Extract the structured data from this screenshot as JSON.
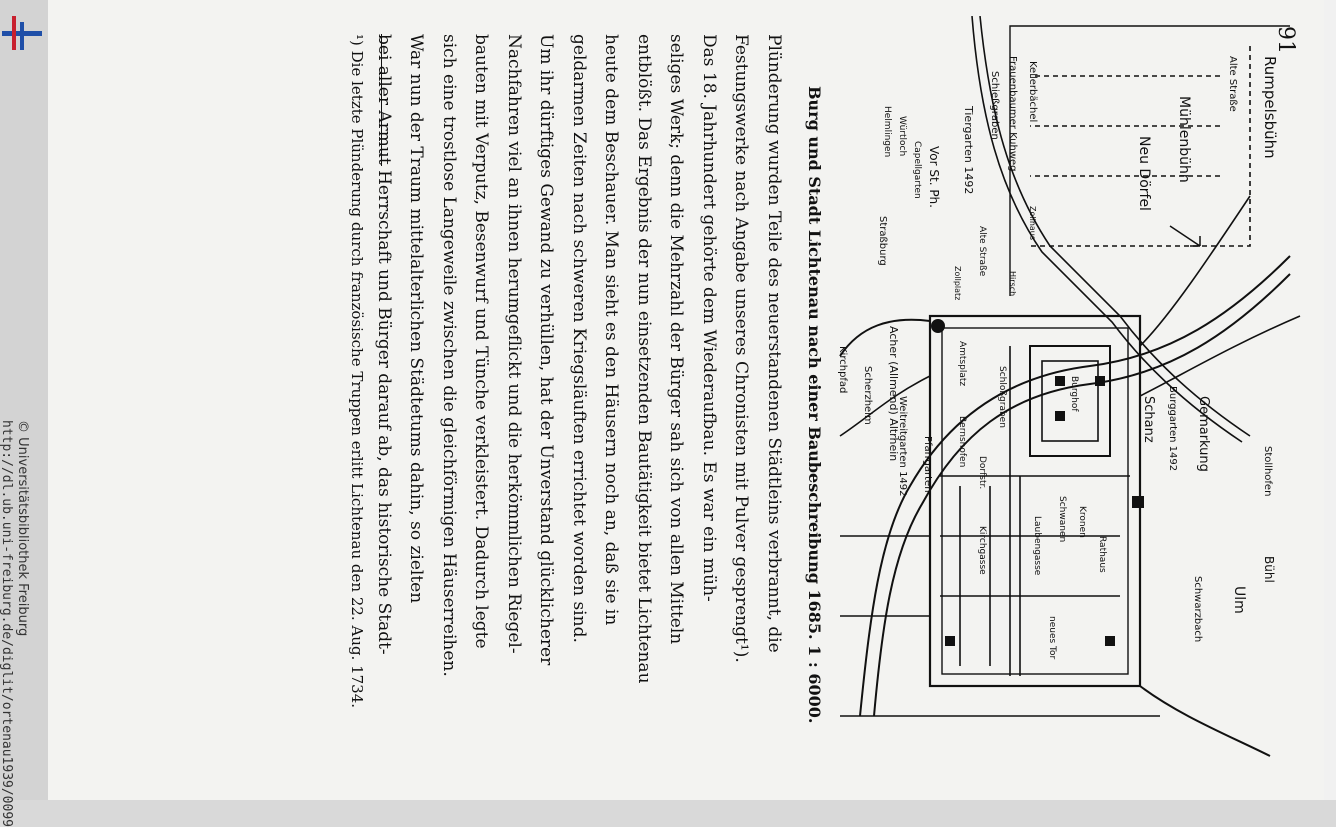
{
  "sidebar": {
    "url": "http://dl.ub.uni-freiburg.de/diglit/ortenau1939/0099",
    "copyright": "© Universitätsbibliothek Freiburg"
  },
  "page": {
    "number": "91",
    "caption": "Burg und Stadt Lichtenau nach einer Baubeschreibung 1685. 1 : 6000.",
    "body_lines": [
      "Plünderung wurden Teile des neuerstandenen Städtleins verbrannt, die",
      "Festungswerke nach Angabe unseres Chronisten mit Pulver gesprengt¹).",
      "Das 18. Jahrhundert gehörte dem Wiederaufbau. Es war ein müh-",
      "seliges Werk; denn die Mehrzahl der Bürger sah sich von allen Mitteln",
      "entblößt. Das Ergebnis der nun einsetzenden Bautätigkeit bietet Lichtenau",
      "heute dem Beschauer. Man sieht es den Häusern noch an, daß sie in",
      "geldarmen Zeiten nach schweren Kriegsläuften errichtet worden sind.",
      "Um ihr dürftiges Gewand zu verhüllen, hat der Unverstand glücklicherer",
      "Nachfahren viel an ihnen herumgeflickt und die herkömmlichen Riegel-",
      "bauten mit Verputz, Besenwurf und Tünche verkleistert. Dadurch legte",
      "sich eine trostlose Langeweile zwischen die gleichförmigen Häuserreihen.",
      "War nun der Traum mittelalterlichen Städtetums dahin, so zielten",
      "bei aller Armut Herrschaft und Bürger darauf ab, das historische Stadt-"
    ],
    "footnote": "¹) Die letzte Plünderung durch französische Truppen erlitt Lichtenau den 22. Aug. 1734."
  },
  "map_labels": {
    "rumpelsbuehn": "Rumpelsbühn",
    "alte_strasse_top": "Alte Straße",
    "muehlenbuehn": "Mühlenbühn",
    "neudoerfel": "Neu Dörfel",
    "frauenbaumer_kuhweg": "Frauenbaumer Kuhweg",
    "schiessgraben": "Schießgraben",
    "kellerbachel": "Kellerbächel",
    "tiergarten": "Tiergarten 1492",
    "vor_strasse": "Vor St. Ph.",
    "helmlinger": "Helmlingen",
    "wuerzloch": "Würtloch",
    "capellgarten": "Capellgarten",
    "strassburg": "Straßburg",
    "alte_strasse_mid": "Alte Straße",
    "zollhaus": "Zollhaus",
    "zoll_platz": "Zollplatz",
    "hirsch": "Hirsch",
    "acher": "Acher (Allmend) Altrhein",
    "kirchpfad": "Kirchpfad",
    "scherzheim": "Scherzheim",
    "weitreitgarten": "Weitreitgarten 1492",
    "pfarrgarten": "Pfarrgarten",
    "amtsplatz": "Amtsplatz",
    "schlossgraben": "Schloßgraben",
    "burghof": "Burghof",
    "bernhardshofen": "Bernshofen",
    "dorfstrasse": "Dorfstr.",
    "kirchgasse": "Kirchgasse",
    "schanz": "Schanz",
    "burggarten": "Burggarten 1492",
    "gemarkung": "Gemarkung",
    "ulm": "Ulm",
    "stollhofen": "Stollhofen",
    "buehl": "Bühl",
    "schwarzbach": "Schwarzbach",
    "schwanen": "Schwanen",
    "kronen": "Kronen",
    "rathaus": "Rathaus",
    "laubengasse": "Laubengasse",
    "neues_tor": "neues Tor"
  }
}
